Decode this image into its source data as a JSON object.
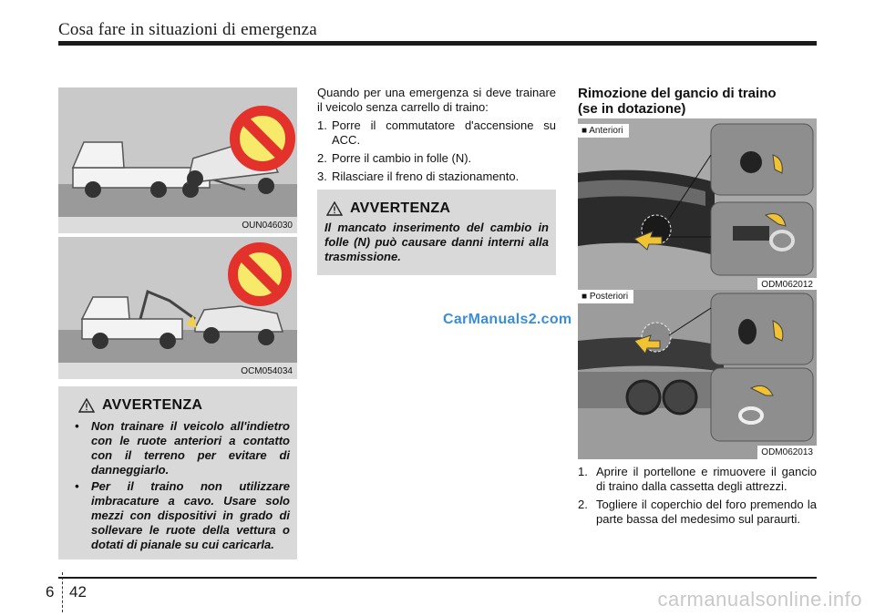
{
  "header": {
    "title": "Cosa fare in situazioni di emergenza"
  },
  "figures": {
    "fig1_code": "OUN046030",
    "fig2_code": "OCM054034",
    "front_label": "■ Anteriori",
    "front_code": "ODM062012",
    "rear_label": "■ Posteriori",
    "rear_code": "ODM062013"
  },
  "warning_left": {
    "title": "AVVERTENZA",
    "items": [
      "Non trainare il veicolo all'indietro con le ruote anteriori a contatto con il terreno per evitare di danneggiarlo.",
      "Per il traino non utilizzare imbracature a cavo. Usare solo mezzi con dispositivi in grado di sollevare le ruote della vettura o dotati di pianale su cui caricarla."
    ]
  },
  "middle": {
    "intro": "Quando per una emergenza si deve trainare il veicolo senza carrello di traino:",
    "steps": [
      {
        "n": "1.",
        "text": "Porre il commutatore d'accensione su ACC."
      },
      {
        "n": "2.",
        "text": "Porre il cambio in folle (N)."
      },
      {
        "n": "3.",
        "text": "Rilasciare il freno di stazionamento."
      }
    ],
    "warning": {
      "title": "AVVERTENZA",
      "text": "Il mancato inserimento del cambio in folle (N) può causare danni interni alla trasmissione."
    }
  },
  "right": {
    "title_line1": "Rimozione del gancio di traino",
    "title_line2": "(se in dotazione)",
    "steps": [
      {
        "n": "1.",
        "text": "Aprire il portellone e rimuovere il gancio di traino dalla cassetta degli attrezzi."
      },
      {
        "n": "2.",
        "text": "Togliere il coperchio del foro premendo la parte bassa del medesimo sul paraurti."
      }
    ]
  },
  "watermark": "CarManuals2.com",
  "footer": {
    "section": "6",
    "page": "42",
    "site": "carmanualsonline.info"
  }
}
